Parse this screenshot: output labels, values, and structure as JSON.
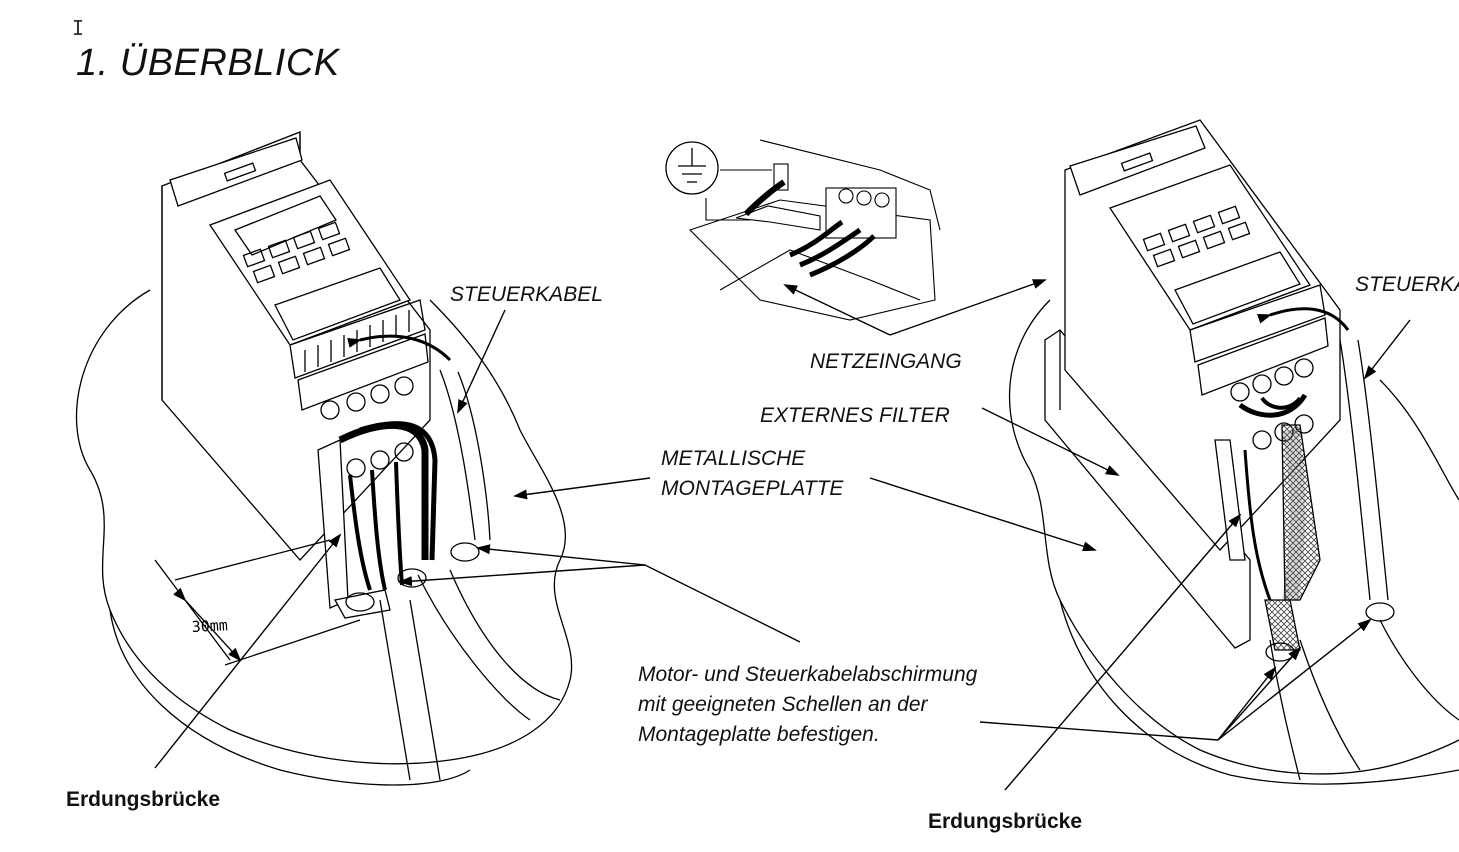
{
  "document": {
    "heading": "1. ÜBERBLICK",
    "cursor_glyph": "I"
  },
  "labels": {
    "steuerkabel_left": "STEUERKABEL",
    "steuerkabel_right": "STEUERKA",
    "netzeingang": "NETZEINGANG",
    "externes_filter": "EXTERNES FILTER",
    "montageplatte_line1": "METALLISCHE",
    "montageplatte_line2": "MONTAGEPLATTE",
    "dimension": "30mm",
    "erdungsbruecke_left": "Erdungsbrücke",
    "erdungsbruecke_right": "Erdungsbrücke"
  },
  "note": {
    "line1": "Motor- und Steuerkabelabschirmung",
    "line2": "mit geeigneten Schellen an der",
    "line3": "Montageplatte befestigen."
  },
  "icons": [
    "earth-ground-icon"
  ]
}
